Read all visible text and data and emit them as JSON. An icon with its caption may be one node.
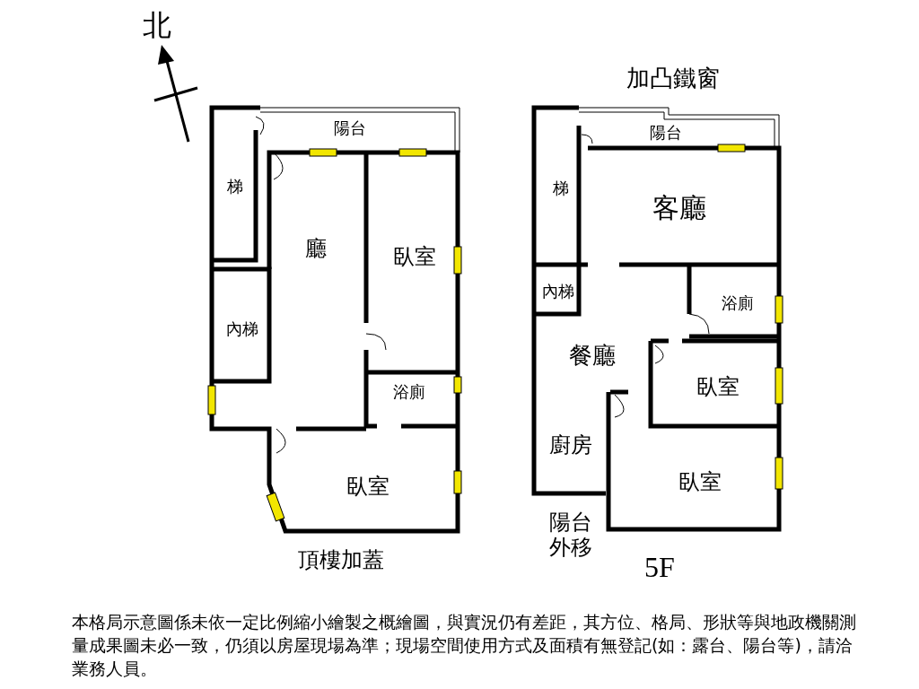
{
  "diagram": {
    "caption": "本格局示意圖係未依一定比例縮小繪製之概繪圖，與實況仍有差距，其方位、格局、形狀等與地政機關測量成果圖未必一致，仍須以房屋現場為準；現場空間使用方式及面積有無登記(如：露台、陽台等)，請洽業務人員。",
    "labels": [
      "北",
      "加凸鐵窗",
      "陽台",
      "陽台",
      "梯",
      "梯",
      "客廳",
      "廳",
      "臥室",
      "內梯",
      "內梯",
      "浴廁",
      "餐廳",
      "浴廁",
      "臥室",
      "廚房",
      "臥室",
      "臥室",
      "陽台外移",
      "頂樓加蓋",
      "5F"
    ]
  }
}
